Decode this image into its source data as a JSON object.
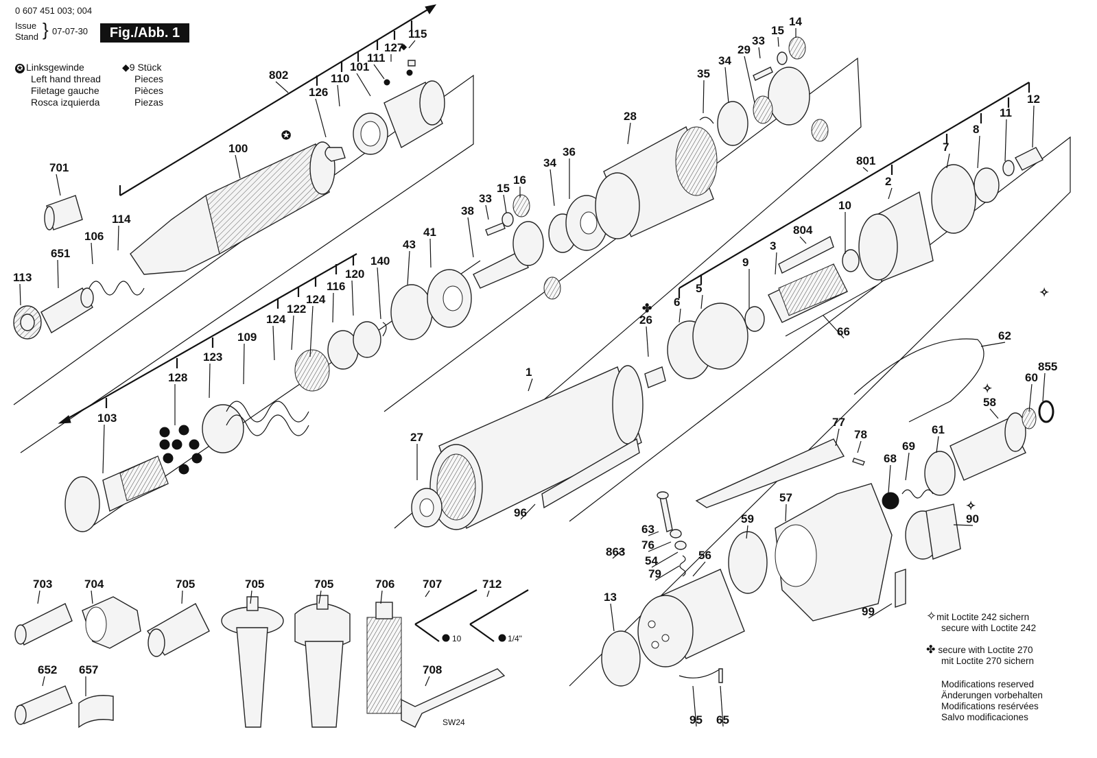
{
  "header": {
    "doc_number": "0 607 451 003; 004",
    "issue_label": "Issue",
    "stand_label": "Stand",
    "issue_date": "07-07-30",
    "figure_label": "Fig./Abb. 1"
  },
  "legend_left": {
    "left_hand_thread": [
      "Linksgewinde",
      "Left hand thread",
      "Filetage gauche",
      "Rosca izquierda"
    ],
    "pieces_count": "9 Stück",
    "pieces": [
      "Pieces",
      "Pièces",
      "Piezas"
    ]
  },
  "notes": {
    "loctite_242": [
      "mit Loctite 242 sichern",
      "secure with Loctite 242"
    ],
    "loctite_270": [
      "secure with Loctite 270",
      "mit Loctite 270 sichern"
    ],
    "modifications": [
      "Modifications reserved",
      "Änderungen vorbehalten",
      "Modifications resérvées",
      "Salvo modificaciones"
    ]
  },
  "wrench_labels": {
    "size_10": "10",
    "size_quarter": "1/4\"",
    "sw24": "SW24"
  },
  "part_numbers": [
    "0 607 451 003",
    "802",
    "115",
    "127",
    "111",
    "101",
    "110",
    "126",
    "100",
    "701",
    "114",
    "106",
    "651",
    "113",
    "14",
    "15",
    "33",
    "29",
    "34",
    "35",
    "28",
    "36",
    "34",
    "16",
    "15",
    "33",
    "38",
    "41",
    "43",
    "140",
    "120",
    "116",
    "124",
    "122",
    "124",
    "109",
    "123",
    "128",
    "103",
    "12",
    "11",
    "8",
    "7",
    "801",
    "2",
    "10",
    "804",
    "3",
    "9",
    "5",
    "6",
    "26",
    "66",
    "62",
    "1",
    "27",
    "96",
    "855",
    "60",
    "58",
    "61",
    "69",
    "68",
    "78",
    "77",
    "90",
    "57",
    "59",
    "56",
    "63",
    "76",
    "54",
    "79",
    "863",
    "13",
    "95",
    "65",
    "99",
    "703",
    "704",
    "705",
    "705",
    "705",
    "706",
    "707",
    "712",
    "652",
    "657",
    "708"
  ]
}
